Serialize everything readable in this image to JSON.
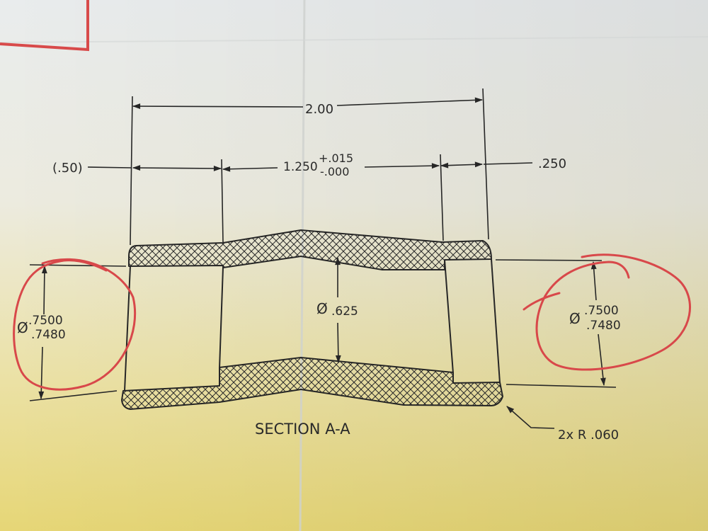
{
  "drawing": {
    "section_label": "SECTION A-A",
    "dimensions": {
      "overall_length": "2.00",
      "left_step": "(.50)",
      "bore_length": "1.250",
      "bore_tol_plus": "+.015",
      "bore_tol_minus": "-.000",
      "right_step": ".250",
      "center_diameter": ".625",
      "left_diameter_upper": ".7500",
      "left_diameter_lower": ".7480",
      "right_diameter_upper": ".7500",
      "right_diameter_lower": ".7480",
      "diameter_symbol": "Ø",
      "radius_note": "2x R .060"
    }
  },
  "colors": {
    "paper_top": "#e9eced",
    "paper_bottom": "#e6d676",
    "ink": "#262626",
    "markup": "#d8484a"
  }
}
